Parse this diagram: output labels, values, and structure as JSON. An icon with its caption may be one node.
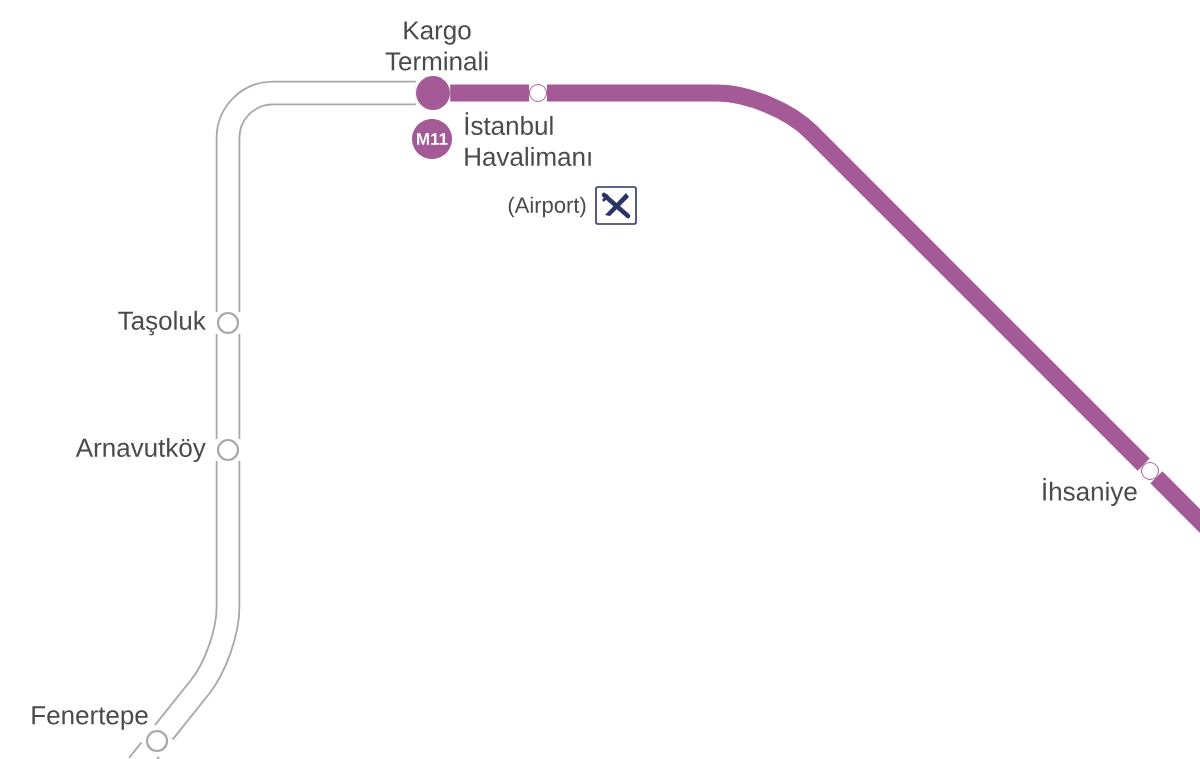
{
  "diagram": {
    "nodes": [
      {
        "text": [],
        "shape": "circle",
        "beside": [
          "Kargo Terminali"
        ]
      },
      {
        "text": [
          "M11"
        ]
      },
      {
        "text": [],
        "shape": "circle",
        "beside": [
          "İstanbul Havalimanı",
          "(Airport)"
        ]
      },
      {
        "text": [],
        "shape": "circle",
        "beside": [
          "Taşoluk"
        ]
      },
      {
        "text": [],
        "shape": "circle",
        "beside": [
          "Arnavutköy"
        ]
      },
      {
        "text": [],
        "shape": "circle",
        "beside": [
          "İhsaniye"
        ]
      },
      {
        "text": [],
        "shape": "circle",
        "beside": [
          "Fenertepe"
        ]
      }
    ],
    "edges": [
      {
        "from": null,
        "to": 6,
        "arrow": "none"
      },
      {
        "from": 6,
        "to": 4,
        "arrow": "none"
      },
      {
        "from": 4,
        "to": 3,
        "arrow": "none"
      },
      {
        "from": 3,
        "to": 0,
        "arrow": "none"
      },
      {
        "from": 0,
        "to": 2,
        "arrow": "none",
        "color": "#a55a98"
      },
      {
        "from": 2,
        "to": 5,
        "arrow": "none",
        "color": "#a55a98"
      },
      {
        "from": 5,
        "to": null,
        "arrow": "none",
        "color": "#a55a98"
      }
    ]
  }
}
